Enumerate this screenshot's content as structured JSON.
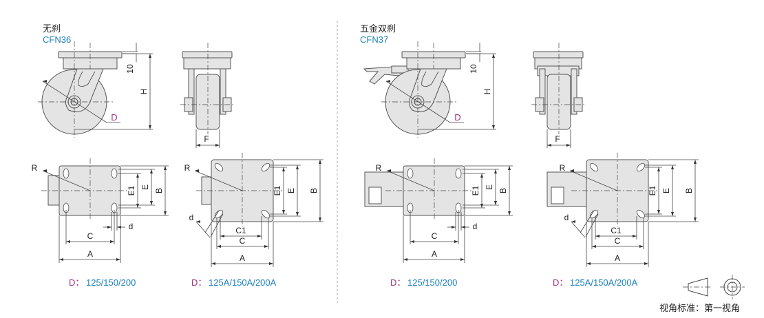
{
  "panels": [
    {
      "title": "无刹",
      "model": "CFN36",
      "brake": false,
      "caption_standard": {
        "prefix": "D：",
        "value": "125/150/200"
      },
      "caption_a": {
        "prefix": "D：",
        "value": "125A/150A/200A"
      }
    },
    {
      "title": "五金双刹",
      "model": "CFN37",
      "brake": true,
      "caption_standard": {
        "prefix": "D：",
        "value": "125/150/200"
      },
      "caption_a": {
        "prefix": "D：",
        "value": "125A/150A/200A"
      }
    }
  ],
  "dim_labels": {
    "D": "D",
    "ten": "10",
    "H": "H",
    "F": "F",
    "R": "R",
    "E1": "E1",
    "E": "E",
    "B": "B",
    "d": "d",
    "C": "C",
    "C1": "C1",
    "A": "A"
  },
  "footer": {
    "view_label": "视角标准：第一视角"
  },
  "colors": {
    "fill": "#e4e4e4",
    "stroke": "#555555",
    "blue": "#1a7fc1",
    "purple": "#a0307f"
  }
}
